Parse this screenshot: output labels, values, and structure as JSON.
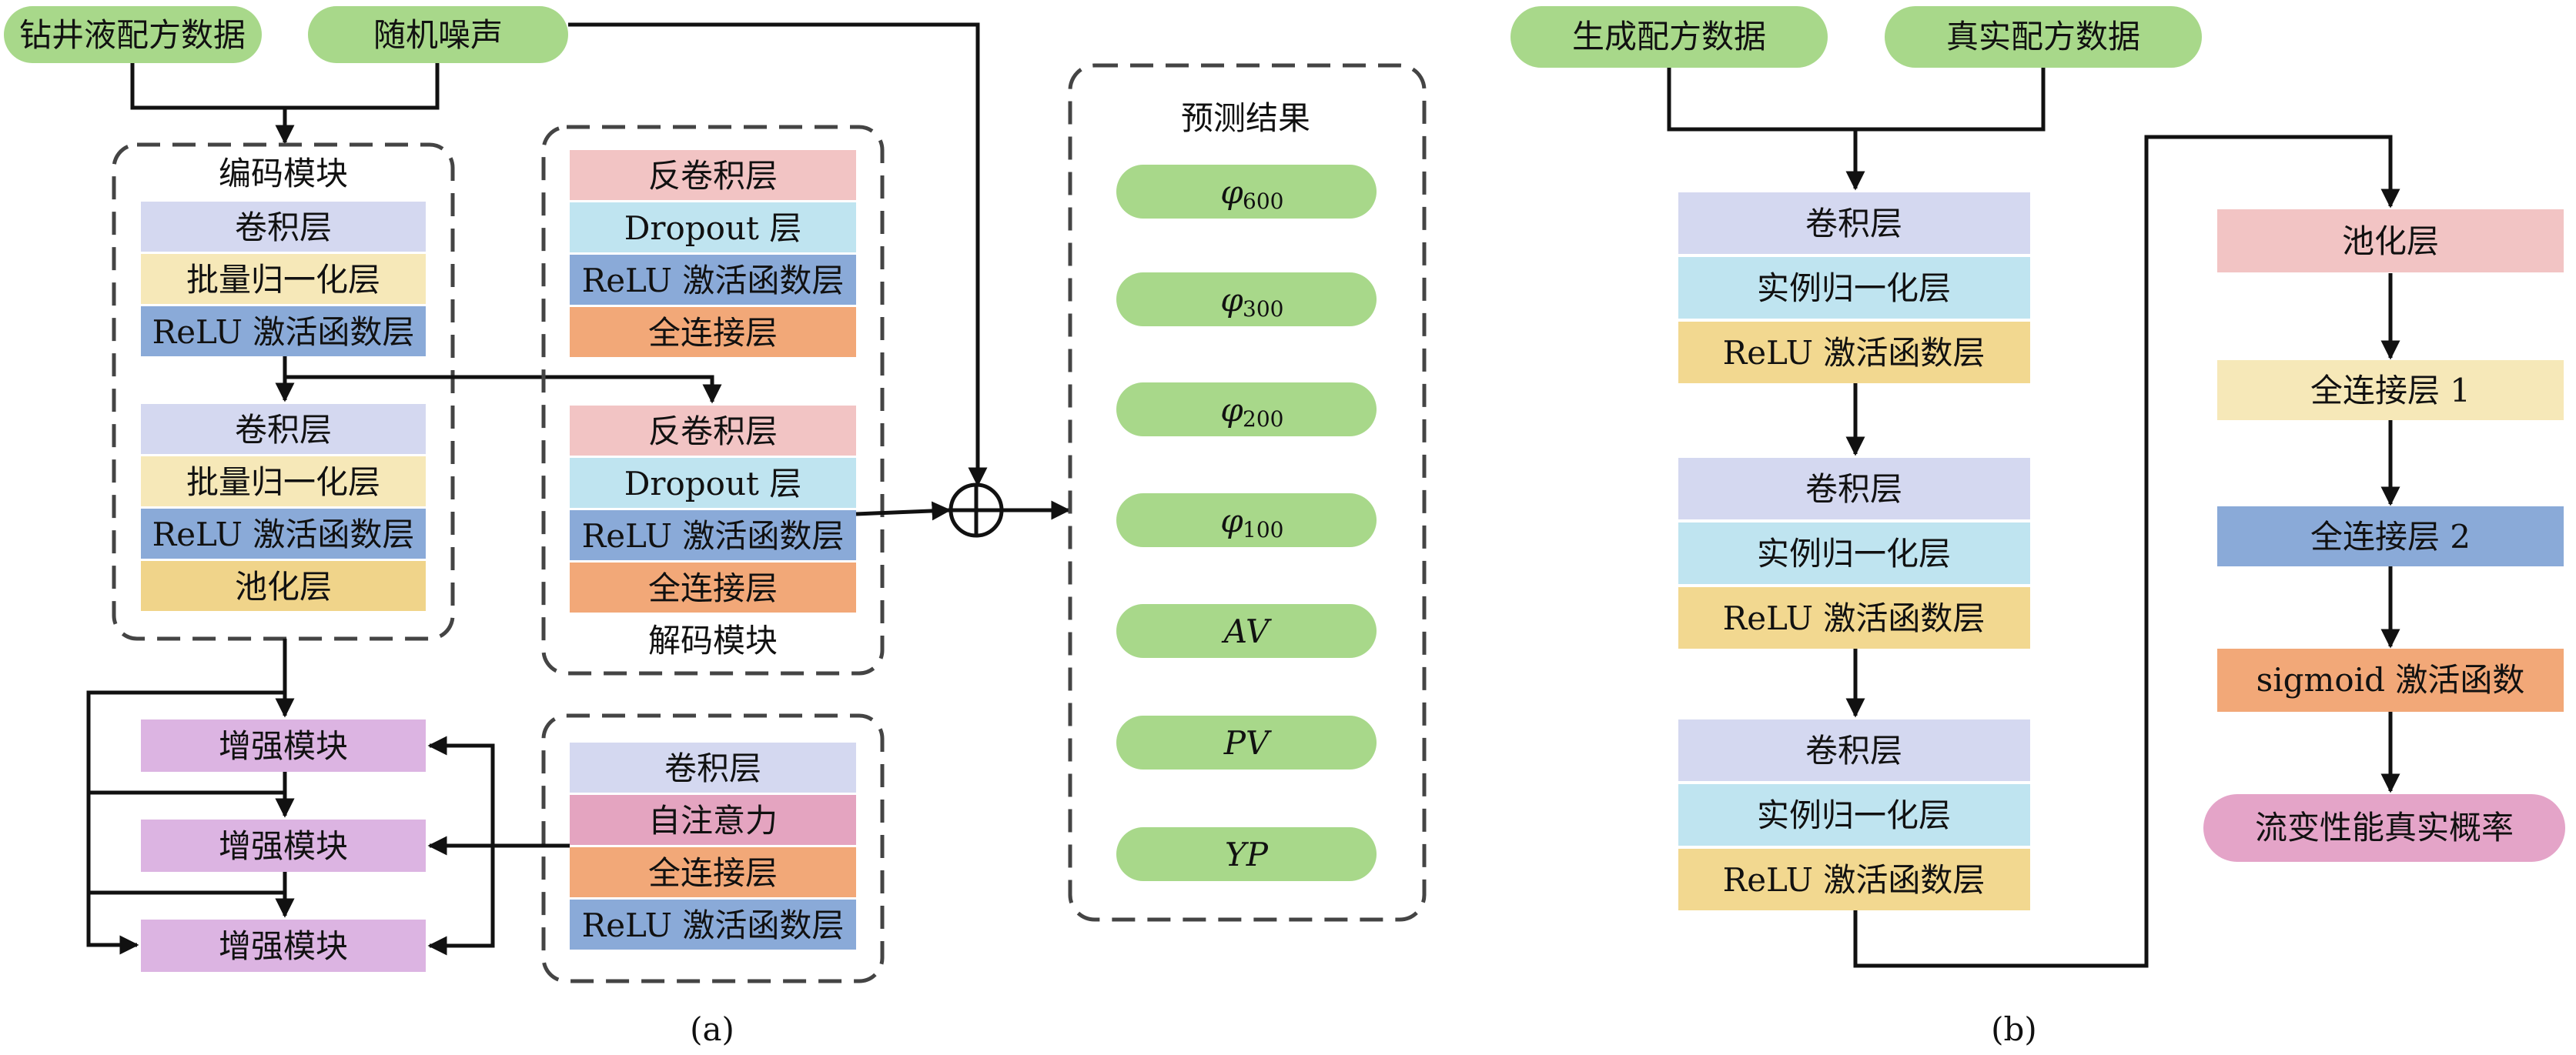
{
  "panel_a": {
    "caption": "(a)",
    "inputs": {
      "drilling_fluid_data": "钻井液配方数据",
      "random_noise": "随机噪声"
    },
    "encoder": {
      "title": "编码模块",
      "block1": [
        "卷积层",
        "批量归一化层",
        "ReLU 激活函数层"
      ],
      "block2": [
        "卷积层",
        "批量归一化层",
        "ReLU 激活函数层",
        "池化层"
      ]
    },
    "decoder": {
      "title": "解码模块",
      "block1": [
        "反卷积层",
        "Dropout 层",
        "ReLU 激活函数层",
        "全连接层"
      ],
      "block2": [
        "反卷积层",
        "Dropout 层",
        "ReLU 激活函数层",
        "全连接层"
      ]
    },
    "enhance": {
      "modules": [
        "增强模块",
        "增强模块",
        "增强模块"
      ]
    },
    "attention": {
      "layers": [
        "卷积层",
        "自注意力",
        "全连接层",
        "ReLU 激活函数层"
      ]
    },
    "results": {
      "title": "预测结果",
      "items": [
        {
          "symbol": "φ",
          "sub": "600"
        },
        {
          "symbol": "φ",
          "sub": "300"
        },
        {
          "symbol": "φ",
          "sub": "200"
        },
        {
          "symbol": "φ",
          "sub": "100"
        },
        {
          "symbol": "AV",
          "sub": ""
        },
        {
          "symbol": "PV",
          "sub": ""
        },
        {
          "symbol": "YP",
          "sub": ""
        }
      ]
    }
  },
  "panel_b": {
    "caption": "(b)",
    "inputs": {
      "generated": "生成配方数据",
      "real": "真实配方数据"
    },
    "conv_blocks": [
      [
        "卷积层",
        "实例归一化层",
        "ReLU 激活函数层"
      ],
      [
        "卷积层",
        "实例归一化层",
        "ReLU 激活函数层"
      ],
      [
        "卷积层",
        "实例归一化层",
        "ReLU 激活函数层"
      ]
    ],
    "right_column": [
      "池化层",
      "全连接层 1",
      "全连接层 2",
      "sigmoid 激活函数"
    ],
    "output": "流变性能真实概率"
  },
  "colors": {
    "green": "#a8d88a",
    "conv": "#d4d8f0",
    "norm": "#f6e8b8",
    "relu": "#8aaad8",
    "relu_b": "#f2d890",
    "pool": "#f0d48a",
    "deconv": "#f2c4c4",
    "dropout": "#bfe4f0",
    "fc": "#f2a878",
    "enhance": "#dcb4e2",
    "attention": "#e4a4c0",
    "output_pink": "#e4a4c8"
  }
}
